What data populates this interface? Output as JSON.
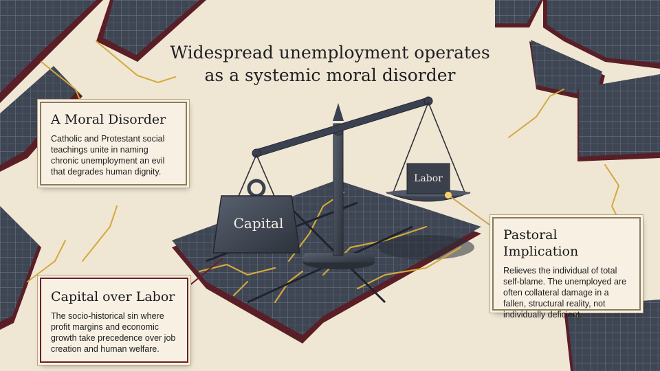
{
  "title_line1": "Widespread unemployment operates",
  "title_line2": "as a systemic moral disorder",
  "cards": {
    "moral": {
      "heading": "A Moral Disorder",
      "body": "Catholic and Protestant social teachings unite in naming chronic unemployment an evil that degrades human dignity."
    },
    "capital": {
      "heading": "Capital over Labor",
      "body": "The socio-historical sin where profit margins and economic growth take precedence over job creation and human welfare."
    },
    "pastoral": {
      "heading": "Pastoral Implication",
      "body": "Relieves the individual of total self-blame. The unemployed are often collateral damage in a fallen, structural reality, not individually deficient."
    }
  },
  "scale": {
    "heavy_weight": "Capital",
    "light_weight": "Labor"
  },
  "colors": {
    "background": "#efe6d4",
    "tile": "#3e4553",
    "tile_edge": "#5a1e26",
    "crack": "#d4a93a",
    "metal": "#3b4150"
  }
}
